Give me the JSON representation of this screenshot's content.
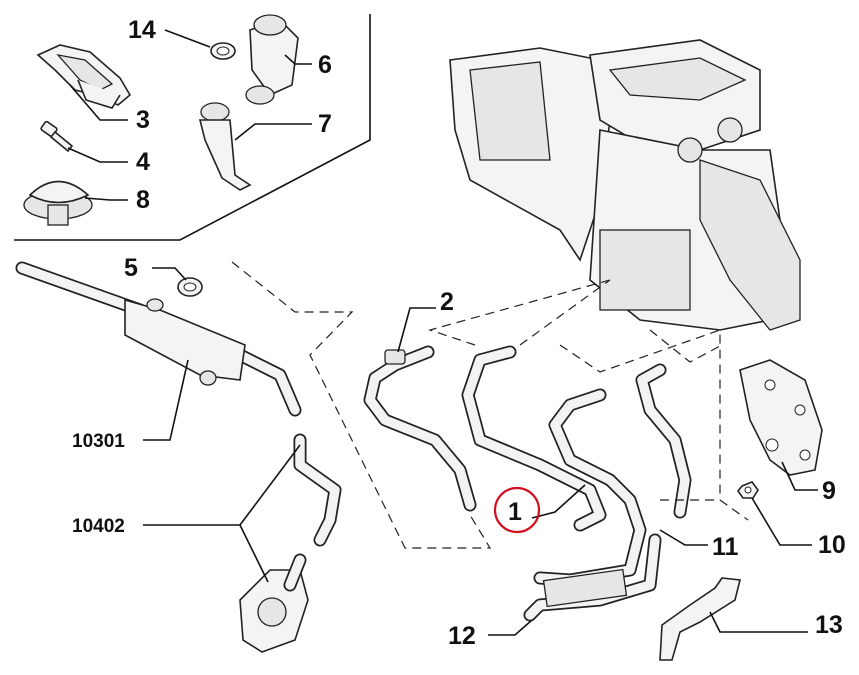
{
  "diagram": {
    "title": "Heater hoses and pipes exploded parts diagram",
    "highlight_color": "#d01020",
    "callouts": [
      {
        "id": "14",
        "label": "14"
      },
      {
        "id": "6",
        "label": "6"
      },
      {
        "id": "3",
        "label": "3"
      },
      {
        "id": "7",
        "label": "7"
      },
      {
        "id": "4",
        "label": "4"
      },
      {
        "id": "8",
        "label": "8"
      },
      {
        "id": "5",
        "label": "5"
      },
      {
        "id": "2",
        "label": "2"
      },
      {
        "id": "10301",
        "label": "10301"
      },
      {
        "id": "10402",
        "label": "10402"
      },
      {
        "id": "1",
        "label": "1"
      },
      {
        "id": "9",
        "label": "9"
      },
      {
        "id": "10",
        "label": "10"
      },
      {
        "id": "11",
        "label": "11"
      },
      {
        "id": "12",
        "label": "12"
      },
      {
        "id": "13",
        "label": "13"
      }
    ]
  }
}
